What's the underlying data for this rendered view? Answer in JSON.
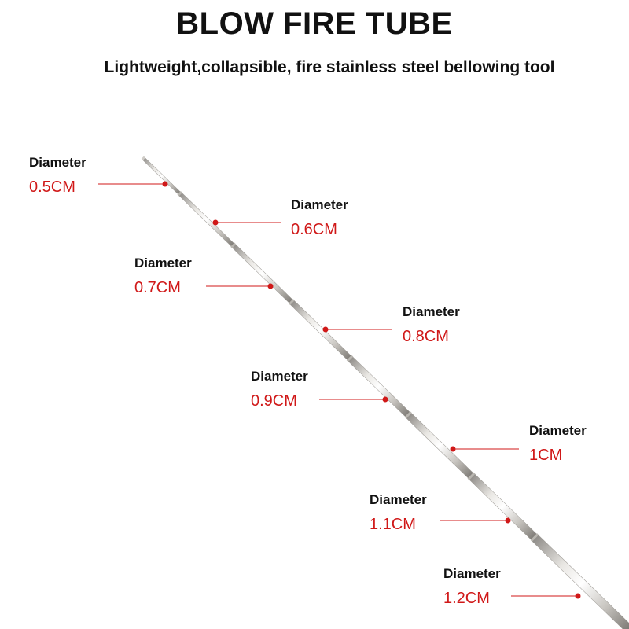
{
  "title": "BLOW FIRE TUBE",
  "subtitle": "Lightweight,collapsible, fire stainless steel bellowing tool",
  "accent_color": "#d01818",
  "segments": [
    {
      "label": "Diameter",
      "value": "0.5CM"
    },
    {
      "label": "Diameter",
      "value": "0.6CM"
    },
    {
      "label": "Diameter",
      "value": "0.7CM"
    },
    {
      "label": "Diameter",
      "value": "0.8CM"
    },
    {
      "label": "Diameter",
      "value": "0.9CM"
    },
    {
      "label": "Diameter",
      "value": "1CM"
    },
    {
      "label": "Diameter",
      "value": "1.1CM"
    },
    {
      "label": "Diameter",
      "value": "1.2CM"
    }
  ]
}
